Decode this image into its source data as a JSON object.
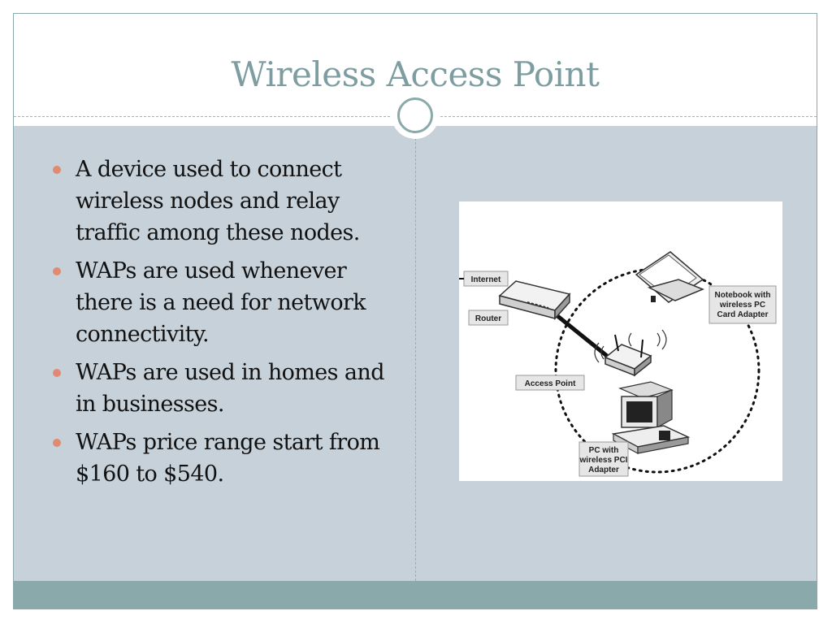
{
  "slide": {
    "title": "Wireless Access Point",
    "bullets": [
      "A device used to connect wireless nodes and relay traffic among these nodes.",
      "WAPs are used whenever there is a need for network connectivity.",
      "WAPs are used in homes and in businesses.",
      "WAPs price range start from $160 to $540."
    ]
  },
  "diagram": {
    "labels": {
      "internet": "Internet",
      "router": "Router",
      "access_point": "Access Point",
      "notebook_line1": "Notebook with",
      "notebook_line2": "wireless PC",
      "notebook_line3": "Card Adapter",
      "pc_line1": "PC with",
      "pc_line2": "wireless PCI",
      "pc_line3": "Adapter"
    }
  },
  "colors": {
    "title": "#7d9da0",
    "body_background": "#c6d1d9",
    "accent": "#8aa9aa",
    "bullet": "#e08a73"
  }
}
